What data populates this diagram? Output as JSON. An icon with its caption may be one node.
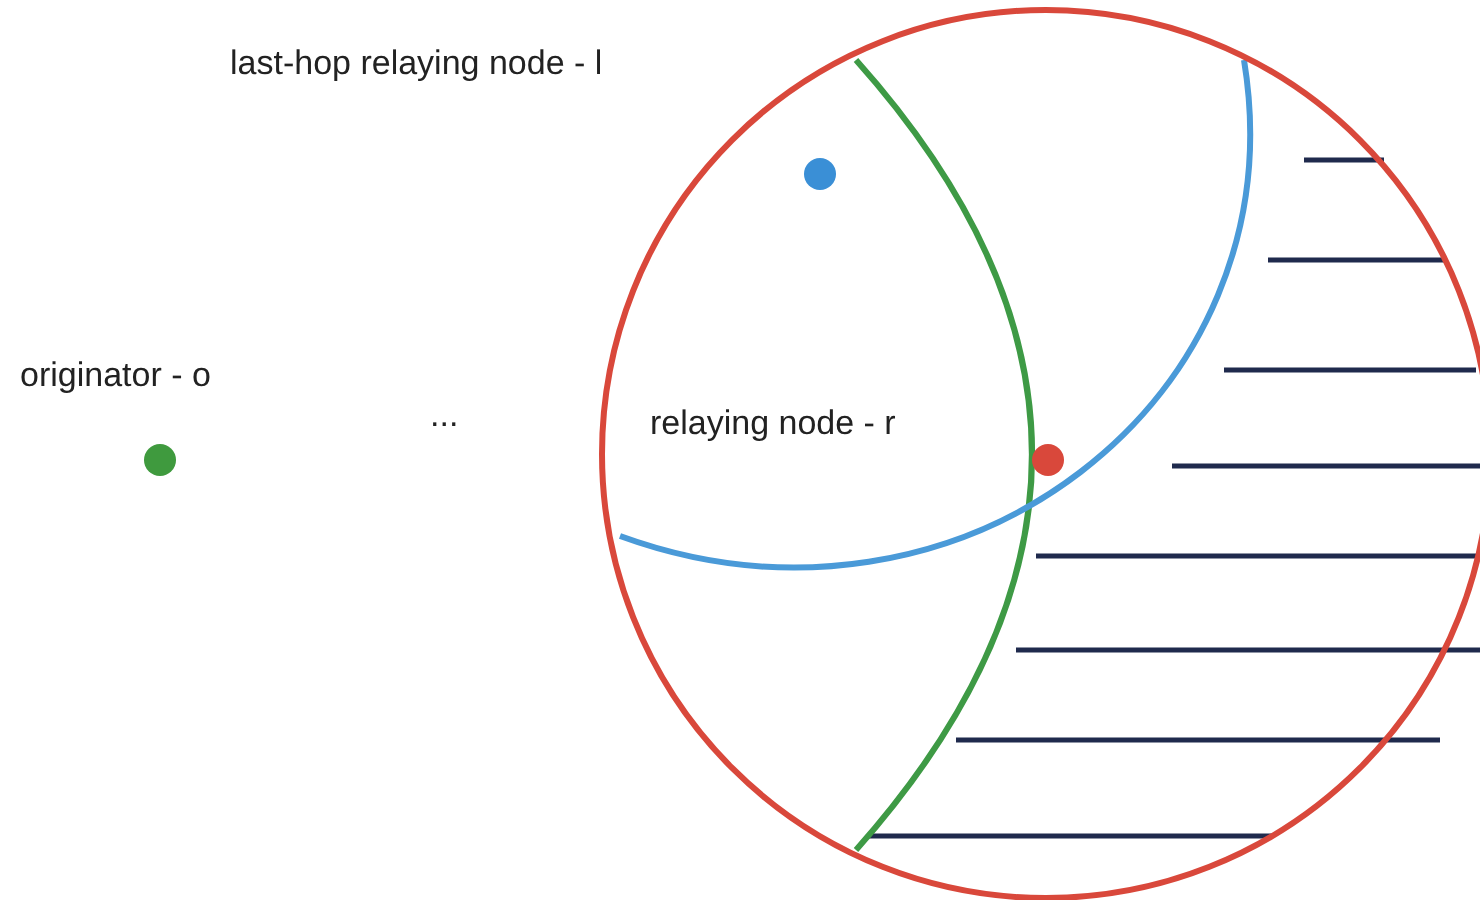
{
  "diagram": {
    "nodes": [
      {
        "text": [],
        "shape": "circle"
      },
      {
        "text": [],
        "shape": "circle",
        "beside": [
          "originator - o"
        ]
      },
      {
        "text": [],
        "shape": "circle"
      }
    ],
    "labels": [
      "last-hop relaying node - l",
      "...",
      "relaying node - r"
    ]
  }
}
